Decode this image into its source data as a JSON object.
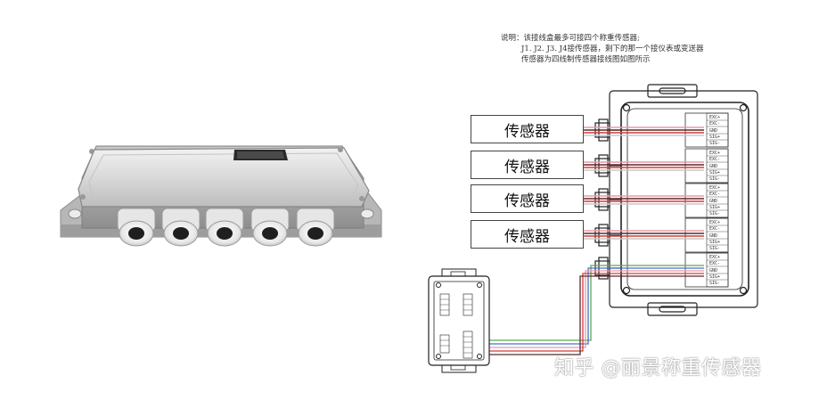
{
  "notes": {
    "line1": "说明：该接线盒最多可接四个称重传感器;",
    "line2": "J1. J2. J3. J4接传感器，剩下的那一个接仪表或变送器",
    "line3": "传感器为四线制传感器接线图如图所示"
  },
  "sensors": [
    {
      "label": "传感器"
    },
    {
      "label": "传感器"
    },
    {
      "label": "传感器"
    },
    {
      "label": "传感器"
    }
  ],
  "terminal_labels": [
    "EXC+",
    "EXC-",
    "GND",
    "SIG+",
    "SIG-"
  ],
  "wire_colors": {
    "red": "#d43b3b",
    "pink": "#e79aa8",
    "green": "#59a85a",
    "blue": "#4a6fc7",
    "dark": "#5a2a2a"
  },
  "watermark": "知乎 @丽景称重传感器"
}
